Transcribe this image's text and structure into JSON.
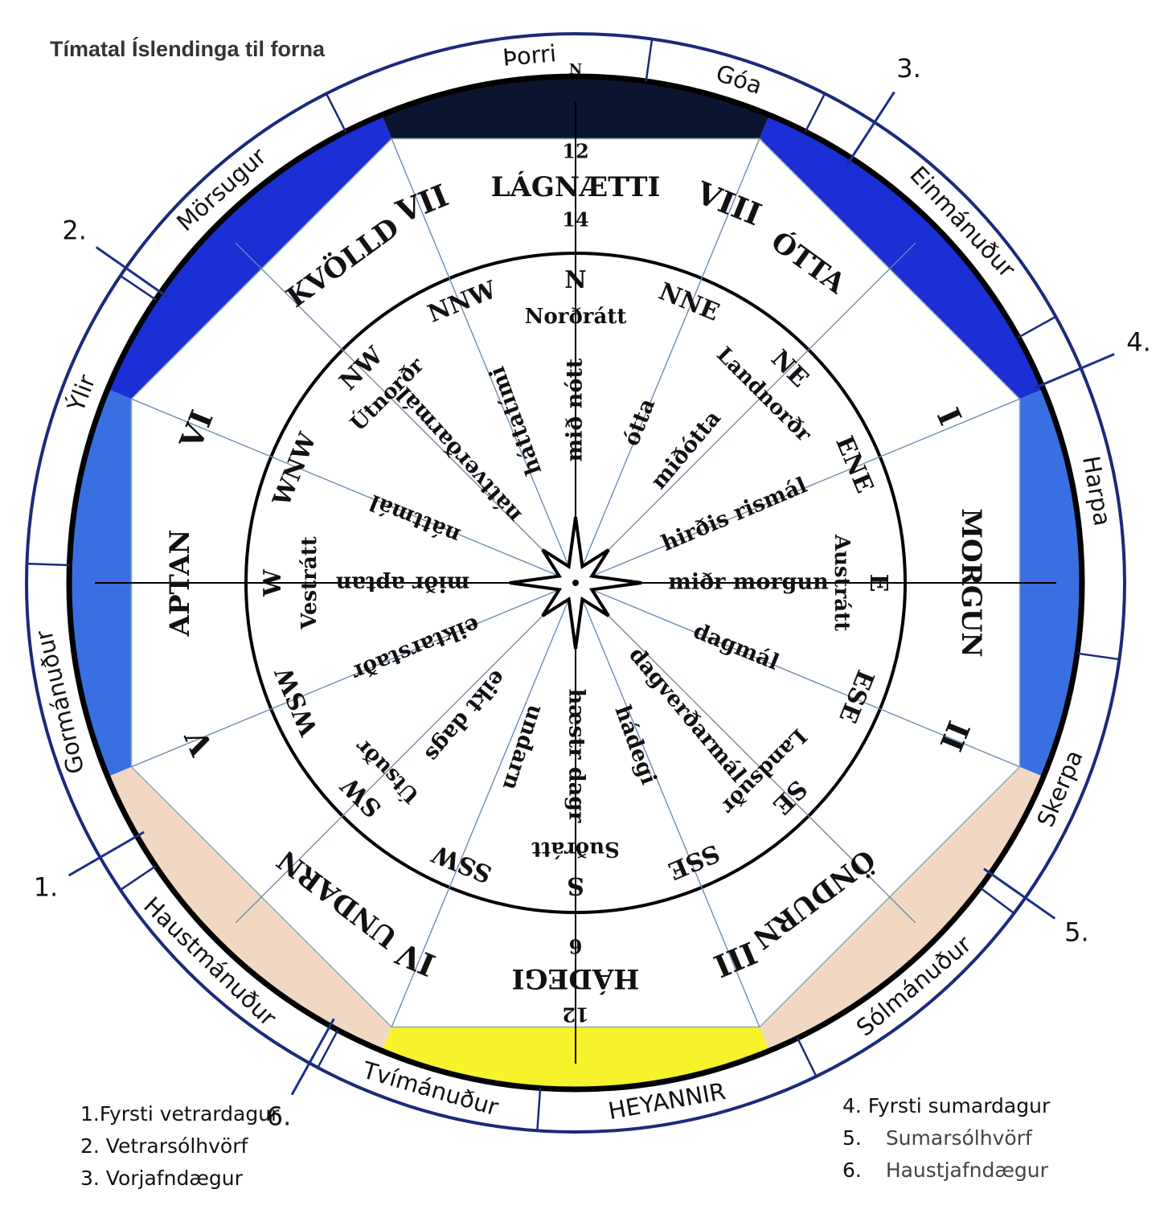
{
  "title": "Tímatal Íslendinga til forna",
  "colors": {
    "night": "#0b1530",
    "winter_dark": "#1a2fd6",
    "winter_light": "#3a6fe2",
    "summer_beige": "#f1d8c3",
    "summer_yellow": "#f6f22c",
    "marker_line": "#1a2f8a"
  },
  "months": [
    {
      "name": "Þorri",
      "angle": -5
    },
    {
      "name": "Góa",
      "angle": 18
    },
    {
      "name": "Einmánuður",
      "angle": 47
    },
    {
      "name": "Harpa",
      "angle": 80
    },
    {
      "name": "Skerpa",
      "angle": 113
    },
    {
      "name": "Sólmánuður",
      "angle": 140
    },
    {
      "name": "HEYANNIR",
      "angle": 170
    },
    {
      "name": "Tvímánuður",
      "angle": 196
    },
    {
      "name": "Haustmánuður",
      "angle": 224
    },
    {
      "name": "Gormánuður",
      "angle": 257
    },
    {
      "name": "Ýlir",
      "angle": 291
    },
    {
      "name": "Mörsugur",
      "angle": 318
    }
  ],
  "month_dividers": [
    8,
    27,
    61,
    98,
    127,
    154,
    184,
    208,
    236,
    272,
    304,
    333
  ],
  "season_markers": [
    {
      "number": "1.",
      "angle": 240
    },
    {
      "number": "2.",
      "angle": 305
    },
    {
      "number": "3.",
      "angle": 33
    },
    {
      "number": "4.",
      "angle": 67
    },
    {
      "number": "5.",
      "angle": 125
    },
    {
      "number": "6.",
      "angle": 209
    }
  ],
  "compass": {
    "north_label": "N",
    "hours_top": [
      "12",
      "14"
    ],
    "hours_bottom": [
      "6",
      "12"
    ],
    "eyktir": [
      {
        "name": "LÁGNÆTTI",
        "angle": 0
      },
      {
        "name": "ÓTTA",
        "angle": 36
      },
      {
        "name": "MORGUN",
        "angle": 90
      },
      {
        "name": "ÖNDURN",
        "angle": 143
      },
      {
        "name": "HÁDEGI",
        "angle": 180
      },
      {
        "name": "UNDARN",
        "angle": 217
      },
      {
        "name": "APTAN",
        "angle": 270
      },
      {
        "name": "KVÖLLD",
        "angle": 324
      }
    ],
    "roman": [
      {
        "label": "VIII",
        "angle": 22
      },
      {
        "label": "I",
        "angle": 66
      },
      {
        "label": "II",
        "angle": 112
      },
      {
        "label": "III",
        "angle": 157
      },
      {
        "label": "IV",
        "angle": 203
      },
      {
        "label": "V",
        "angle": 247
      },
      {
        "label": "VI",
        "angle": 292
      },
      {
        "label": "VII",
        "angle": 338
      }
    ],
    "points": [
      {
        "label": "N",
        "angle": 0
      },
      {
        "label": "NNE",
        "angle": 22
      },
      {
        "label": "NE",
        "angle": 45
      },
      {
        "label": "ENE",
        "angle": 67
      },
      {
        "label": "E",
        "angle": 90
      },
      {
        "label": "ESE",
        "angle": 112
      },
      {
        "label": "SE",
        "angle": 135
      },
      {
        "label": "SSE",
        "angle": 157
      },
      {
        "label": "S",
        "angle": 180
      },
      {
        "label": "SSW",
        "angle": 202
      },
      {
        "label": "SW",
        "angle": 225
      },
      {
        "label": "WSW",
        "angle": 247
      },
      {
        "label": "W",
        "angle": 270
      },
      {
        "label": "WNW",
        "angle": 292
      },
      {
        "label": "NW",
        "angle": 315
      },
      {
        "label": "NNW",
        "angle": 338
      }
    ],
    "directions": [
      {
        "label": "Norðrátt",
        "angle": 0
      },
      {
        "label": "Landnorðr",
        "angle": 45
      },
      {
        "label": "Austrátt",
        "angle": 90
      },
      {
        "label": "Landsuðr",
        "angle": 135
      },
      {
        "label": "Suðrátt",
        "angle": 180
      },
      {
        "label": "Útsuðr",
        "angle": 225
      },
      {
        "label": "Vestrátt",
        "angle": 270
      },
      {
        "label": "Útnorðr",
        "angle": 315
      }
    ],
    "spokes": [
      {
        "label": "mið nótt",
        "angle": 0
      },
      {
        "label": "ótta",
        "angle": 22
      },
      {
        "label": "miðótta",
        "angle": 40
      },
      {
        "label": "hirðis rismál",
        "angle": 67
      },
      {
        "label": "miðr morgun",
        "angle": 90
      },
      {
        "label": "dagmál",
        "angle": 112
      },
      {
        "label": "dagverðarmál",
        "angle": 140
      },
      {
        "label": "hádegi",
        "angle": 160
      },
      {
        "label": "hæstr dagr",
        "angle": 180
      },
      {
        "label": "undarn",
        "angle": 198
      },
      {
        "label": "eikt dags",
        "angle": 220
      },
      {
        "label": "eiktarstaðr",
        "angle": 248
      },
      {
        "label": "miðr aptan",
        "angle": 270
      },
      {
        "label": "náttmál",
        "angle": 292
      },
      {
        "label": "náttverðarmál",
        "angle": 318
      },
      {
        "label": "háttatími",
        "angle": 340
      }
    ]
  },
  "legend_left": [
    "1.Fyrsti vetrardagur",
    "2. Vetrarsólhvörf",
    "3. Vorjafndægur"
  ],
  "legend_right": [
    "4. Fyrsti sumardagur",
    "5.",
    "Sumarsólhvörf",
    "6.",
    "Haustjafndægur"
  ]
}
